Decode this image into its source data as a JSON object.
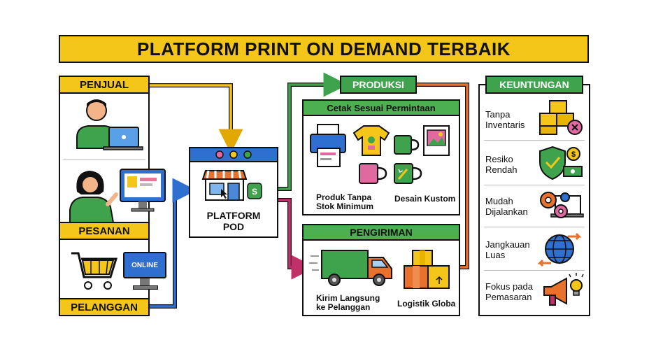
{
  "title": "PLATFORM PRINT ON DEMAND TERBAIK",
  "left": {
    "seller_label": "PENJUAL",
    "orders_label": "PESANAN",
    "customer_label": "PELANGGAN",
    "online_badge": "ONLINE"
  },
  "platform": {
    "label_line1": "PLATFORM",
    "label_line2": "POD"
  },
  "production": {
    "label": "PRODUKSI",
    "sub_header": "Cetak Sesuai Permintaan",
    "caption_left_1": "Produk Tanpa",
    "caption_left_2": "Stok Minimum",
    "caption_right": "Desain Kustom"
  },
  "shipping": {
    "label": "PENGIRIMAN",
    "caption_left_1": "Kirim Langsung",
    "caption_left_2": "ke Pelanggan",
    "caption_right": "Logistik Globa"
  },
  "benefits": {
    "label": "KEUNTUNGAN",
    "items": [
      {
        "line1": "Tanpa",
        "line2": "Inventaris",
        "icon": "boxes-icon"
      },
      {
        "line1": "Resiko",
        "line2": "Rendah",
        "icon": "shield-money-icon"
      },
      {
        "line1": "Mudah",
        "line2": "Dijalankan",
        "icon": "gears-laptop-icon"
      },
      {
        "line1": "Jangkauan",
        "line2": "Luas",
        "icon": "globe-icon"
      },
      {
        "line1": "Fokus pada",
        "line2": "Pemasaran",
        "icon": "megaphone-icon"
      }
    ]
  },
  "colors": {
    "yellow": "#f5c61a",
    "green": "#3fa34d",
    "blue": "#2f6fd0",
    "orange": "#e8722c",
    "magenta": "#c2306a"
  }
}
